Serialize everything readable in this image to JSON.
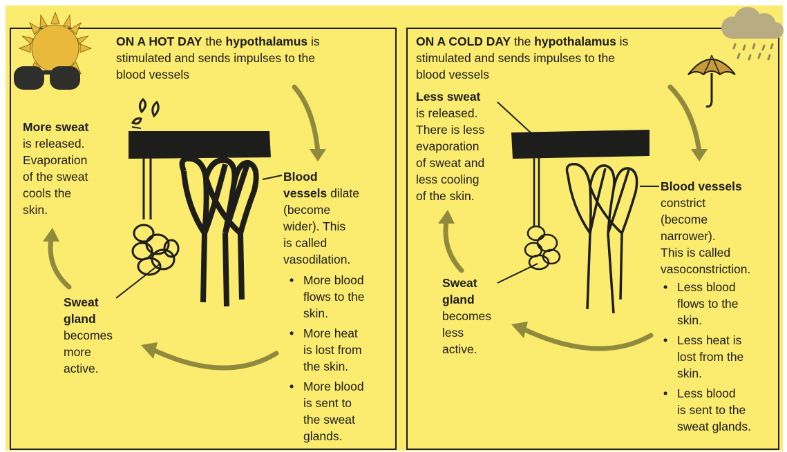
{
  "hot": {
    "heading_bold": "ON A HOT DAY",
    "heading_mid": " the ",
    "heading_bold2": "hypothalamus",
    "heading_end": " is",
    "heading_line2": "stimulated and sends impulses to the",
    "heading_line3": "blood vessels",
    "sweat_bold": "More sweat",
    "sweat_lines": [
      "is released.",
      "Evaporation",
      "of the sweat",
      "cools the",
      "skin."
    ],
    "vessels_bold_1": "Blood",
    "vessels_bold_2": "vessels",
    "vessels_lines_after": " dilate",
    "vessels_lines": [
      "(become",
      "wider). This",
      "is called",
      "vasodilation."
    ],
    "bullets": [
      [
        "More blood",
        "flows to the",
        "skin."
      ],
      [
        "More heat",
        "is lost from",
        "the skin."
      ],
      [
        "More blood",
        "is sent to",
        "the sweat",
        "glands."
      ]
    ],
    "gland_bold_1": "Sweat",
    "gland_bold_2": "gland",
    "gland_lines": [
      "becomes",
      "more",
      "active."
    ]
  },
  "cold": {
    "heading_bold": "ON A COLD DAY",
    "heading_mid": " the ",
    "heading_bold2": "hypothalamus",
    "heading_end": " is",
    "heading_line2": "stimulated and sends impulses to the",
    "heading_line3": "blood vessels",
    "sweat_bold": "Less sweat",
    "sweat_lines": [
      "is released.",
      "There is less",
      "evaporation",
      "of sweat and",
      "less cooling",
      "of the skin."
    ],
    "vessels_bold": "Blood vessels",
    "vessels_lines": [
      "constrict",
      "(become",
      "narrower).",
      "This is called",
      "vasoconstriction."
    ],
    "bullets": [
      [
        "Less blood",
        "flows to the",
        "skin."
      ],
      [
        "Less heat is",
        "lost from the",
        "skin."
      ],
      [
        "Less blood",
        "is sent to the",
        "sweat glands."
      ]
    ],
    "gland_bold_1": "Sweat",
    "gland_bold_2": "gland",
    "gland_lines": [
      "becomes",
      "less",
      "active."
    ]
  },
  "icons": {
    "hot_corner": "sun-with-sunglasses-icon",
    "cold_corner": "rain-cloud-icon",
    "umbrella": "umbrella-icon"
  },
  "colors": {
    "background": "#fbeb6e",
    "arrow": "#8f8a3d",
    "ink": "#1d1d1b",
    "sun": "#e8b93a",
    "cloud": "#b8ad82",
    "umbrella": "#c79b3a"
  }
}
